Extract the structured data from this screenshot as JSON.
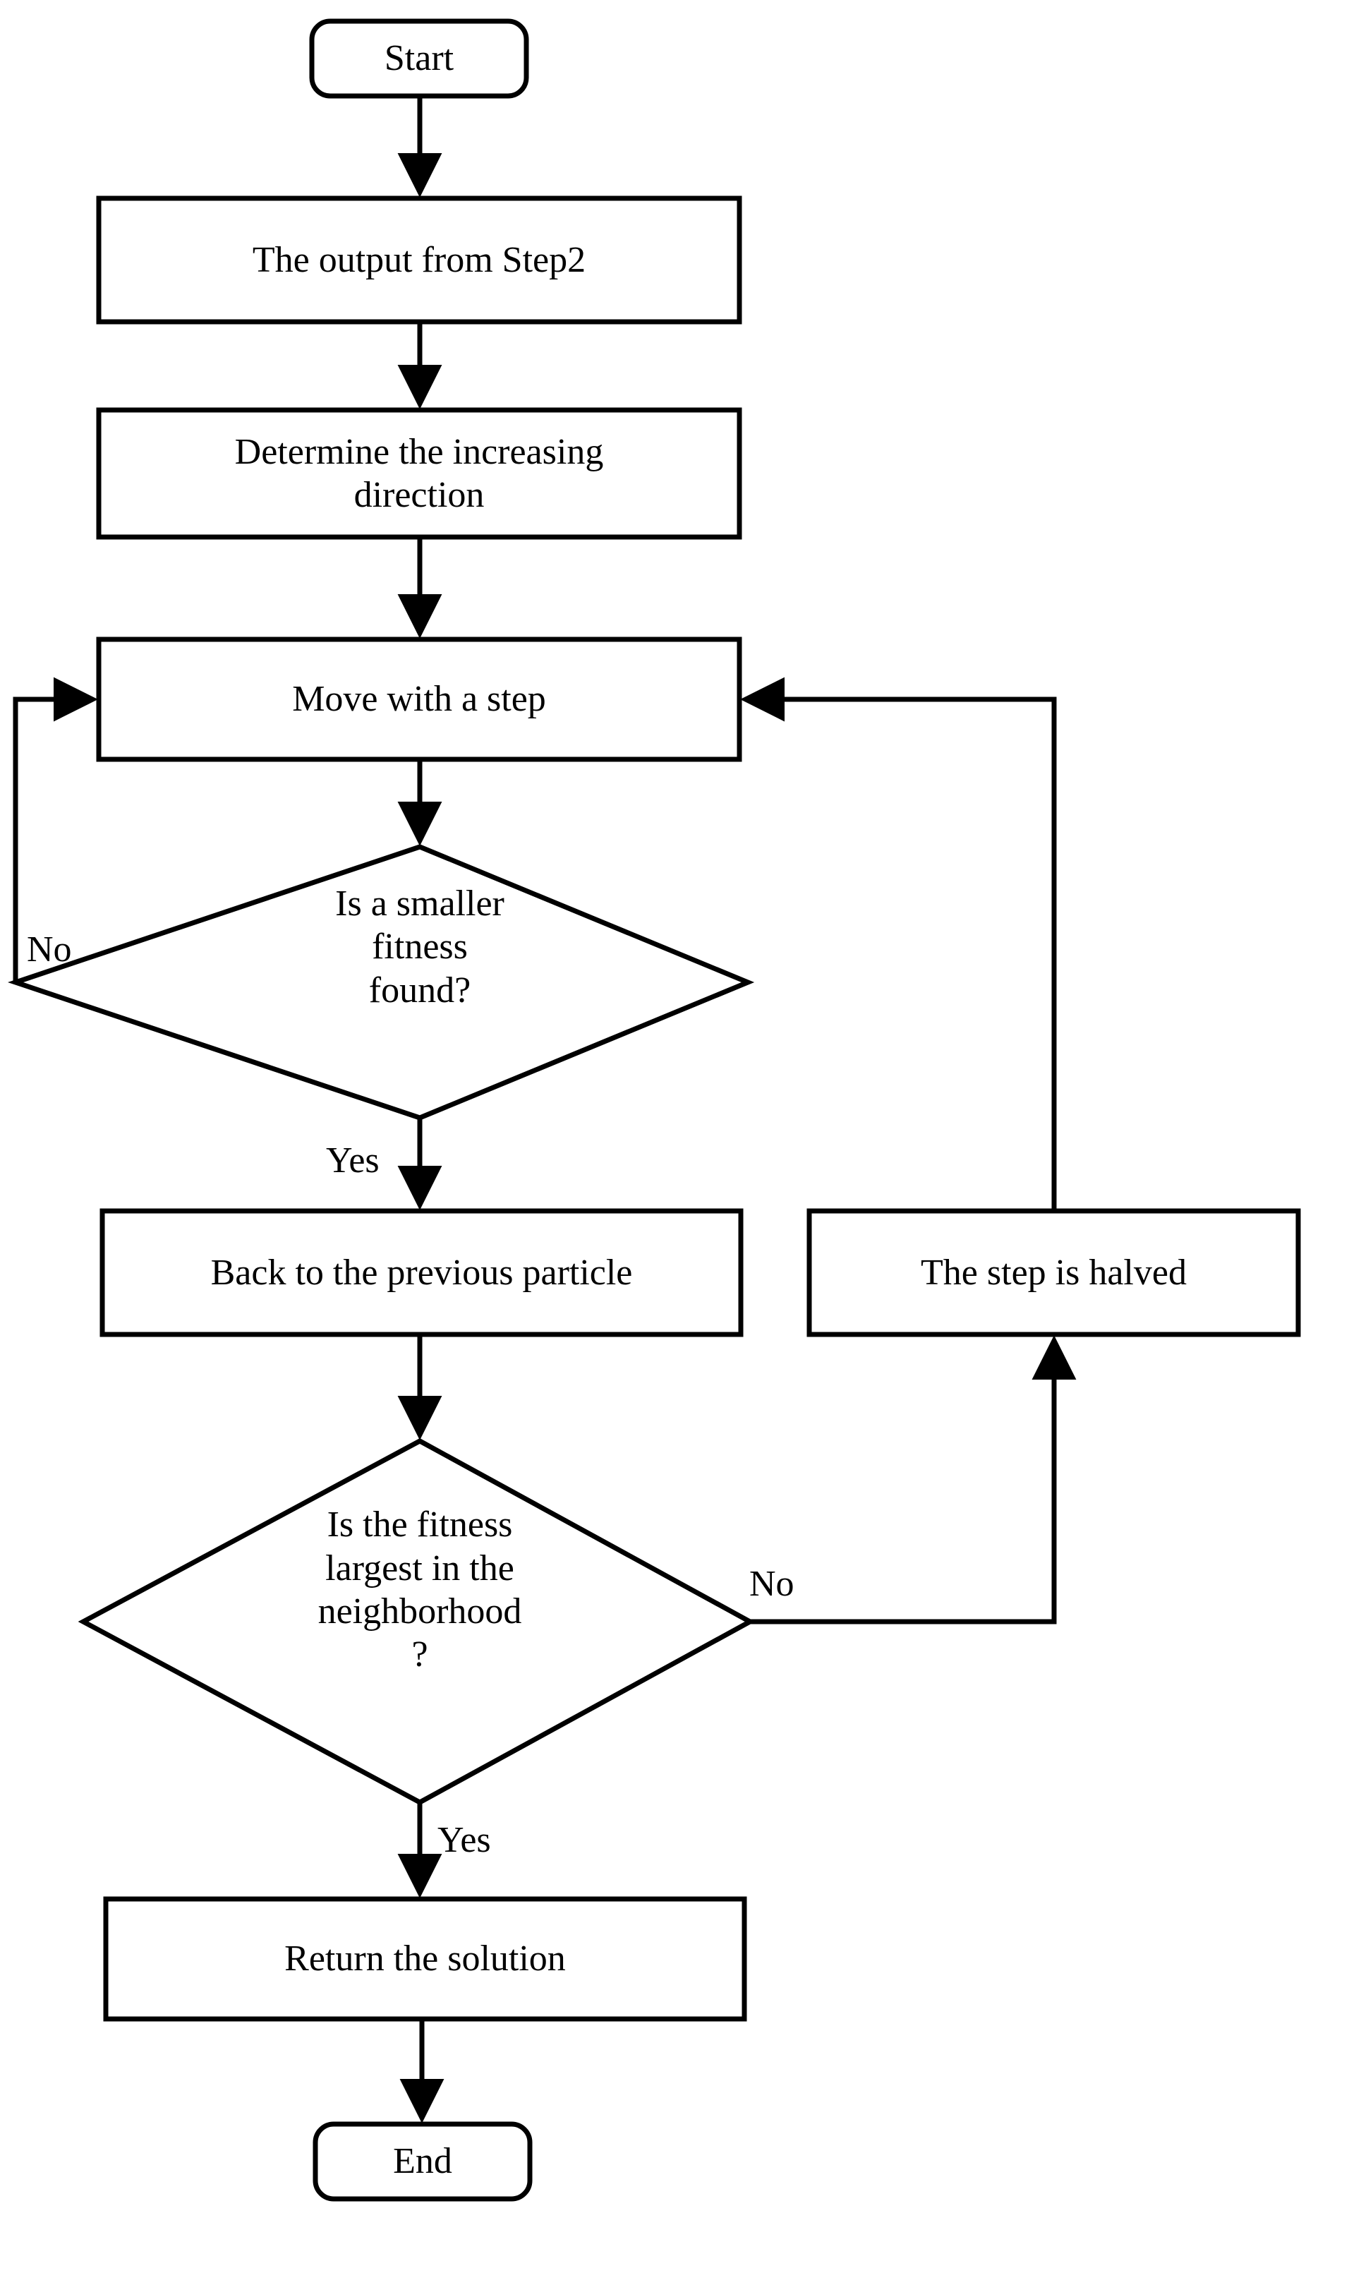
{
  "diagram": {
    "type": "flowchart",
    "title": "",
    "orientation": "top-to-bottom",
    "background_color": "#ffffff",
    "line_color": "#000000",
    "text_color": "#000000",
    "nodes": [
      {
        "id": "start",
        "shape": "rounded-rectangle",
        "label": "Start"
      },
      {
        "id": "input",
        "shape": "rectangle",
        "label": "The output from Step2"
      },
      {
        "id": "direction",
        "shape": "rectangle",
        "label": "Determine the increasing\ndirection"
      },
      {
        "id": "move",
        "shape": "rectangle",
        "label": "Move with a step"
      },
      {
        "id": "decision1",
        "shape": "diamond",
        "label": "Is a smaller\nfitness\nfound?"
      },
      {
        "id": "back",
        "shape": "rectangle",
        "label": "Back to the previous particle"
      },
      {
        "id": "halve",
        "shape": "rectangle",
        "label": "The step is halved"
      },
      {
        "id": "decision2",
        "shape": "diamond",
        "label": "Is the fitness\nlargest in the\nneighborhood\n?"
      },
      {
        "id": "return",
        "shape": "rectangle",
        "label": "Return the solution"
      },
      {
        "id": "end",
        "shape": "rounded-rectangle",
        "label": "End"
      }
    ],
    "edges": [
      {
        "id": "e-start-input",
        "from": "start",
        "to": "input",
        "label": ""
      },
      {
        "id": "e-input-direction",
        "from": "input",
        "to": "direction",
        "label": ""
      },
      {
        "id": "e-direction-move",
        "from": "direction",
        "to": "move",
        "label": ""
      },
      {
        "id": "e-move-decision1",
        "from": "move",
        "to": "decision1",
        "label": ""
      },
      {
        "id": "e-decision1-move",
        "from": "decision1",
        "to": "move",
        "label": "No"
      },
      {
        "id": "e-decision1-back",
        "from": "decision1",
        "to": "back",
        "label": "Yes"
      },
      {
        "id": "e-back-decision2",
        "from": "back",
        "to": "decision2",
        "label": ""
      },
      {
        "id": "e-decision2-halve",
        "from": "decision2",
        "to": "halve",
        "label": "No"
      },
      {
        "id": "e-halve-move",
        "from": "halve",
        "to": "move",
        "label": ""
      },
      {
        "id": "e-decision2-return",
        "from": "decision2",
        "to": "return",
        "label": "Yes"
      },
      {
        "id": "e-return-end",
        "from": "return",
        "to": "end",
        "label": ""
      }
    ],
    "edge_labels": {
      "no_from_decision1": "No",
      "yes_from_decision1": "Yes",
      "no_from_decision2": "No",
      "yes_from_decision2": "Yes"
    }
  }
}
